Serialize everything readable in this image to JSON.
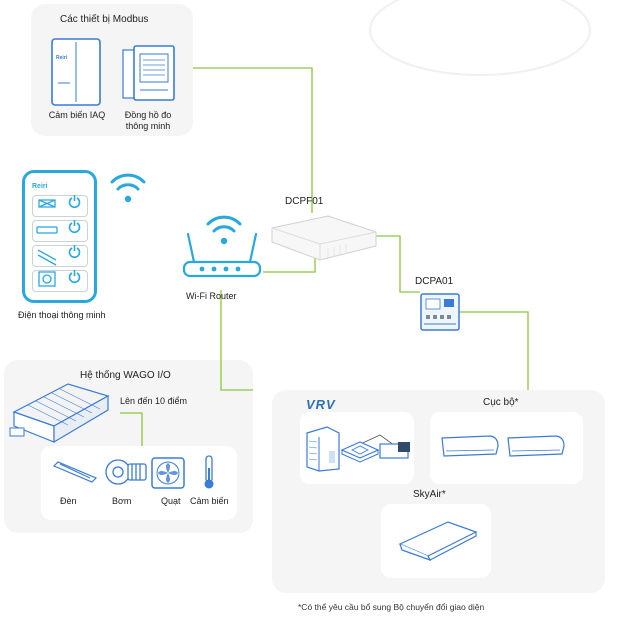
{
  "modbus": {
    "title": "Các thiết bị Modbus",
    "iaq_label": "Cảm biến IAQ",
    "meter_label": "Đồng hồ đo\nthông minh",
    "iaq_brand": "Reiri"
  },
  "phone": {
    "label": "Điện thoại thông minh",
    "app_brand": "Reiri"
  },
  "router": {
    "label": "Wi-Fi Router"
  },
  "dcpf": {
    "label": "DCPF01"
  },
  "dcpa": {
    "label": "DCPA01"
  },
  "wago": {
    "title": "Hệ thống WAGO I/O",
    "subtitle": "Lên đến 10 điểm",
    "devices": [
      "Đèn",
      "Bơm",
      "Quạt",
      "Cảm biến"
    ]
  },
  "ac": {
    "vrv_logo": "VRV",
    "local_title": "Cục bộ*",
    "skyair_title": "SkyAir*"
  },
  "footnote": "*Có thể yêu cầu bổ sung Bộ chuyển đổi giao diện",
  "colors": {
    "wire": "#8dc63f",
    "accent": "#29a8df",
    "panel": "#f4f5f4"
  }
}
